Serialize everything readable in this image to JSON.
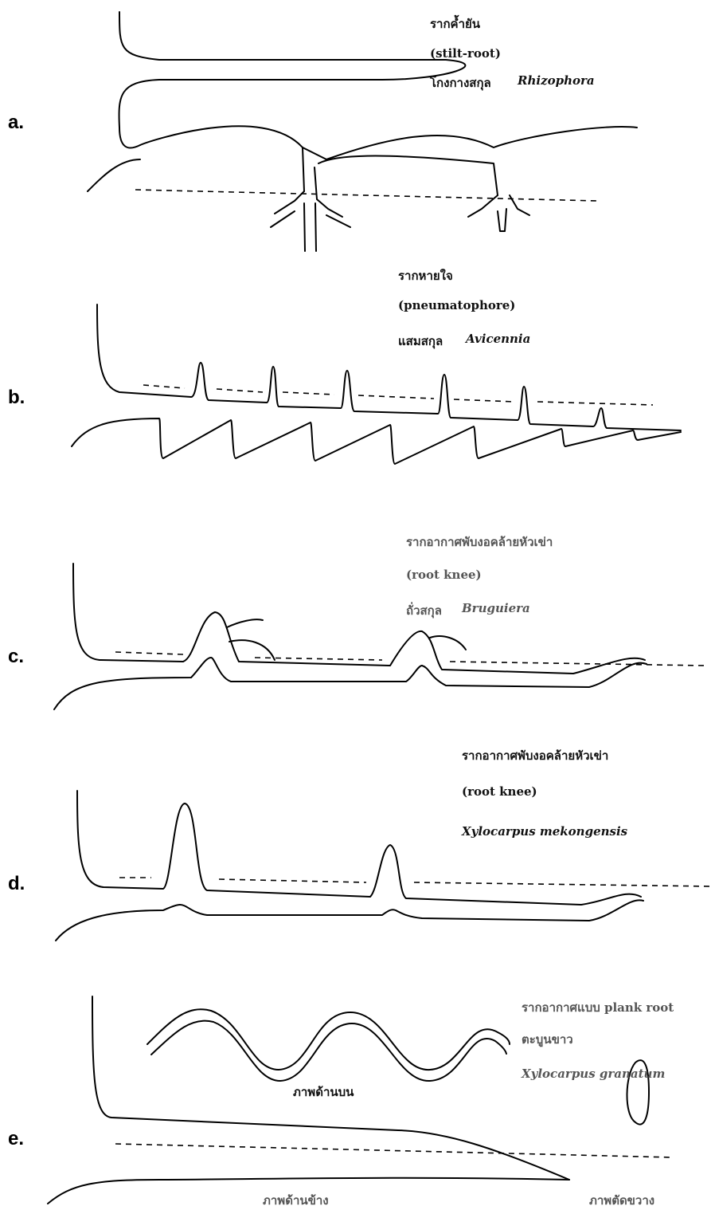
{
  "panels": [
    {
      "letter": "a.",
      "lines": [
        "รากค้ำยัน",
        "(stilt-root)",
        "โกงกางสกุล",
        "Rhizophora"
      ]
    },
    {
      "letter": "b.",
      "lines": [
        "รากหายใจ",
        "(pneumatophore)",
        "แสมสกุล",
        "Avicennia"
      ]
    },
    {
      "letter": "c.",
      "lines": [
        "รากอากาศพับงอคล้ายหัวเข่า",
        "(root knee)",
        "ถั่วสกุล",
        "Bruguiera"
      ]
    },
    {
      "letter": "d.",
      "lines": [
        "รากอากาศพับงอคล้ายหัวเข่า",
        "(root knee)",
        "Xylocarpus  mekongensis"
      ]
    },
    {
      "letter": "e.",
      "lines": [
        "รากอากาศแบบ plank root",
        "ตะบูนขาว",
        "Xylocarpus granatum",
        "ภาพด้านบน",
        "ภาพด้านข้าง",
        "ภาพตัดขวาง"
      ]
    }
  ]
}
